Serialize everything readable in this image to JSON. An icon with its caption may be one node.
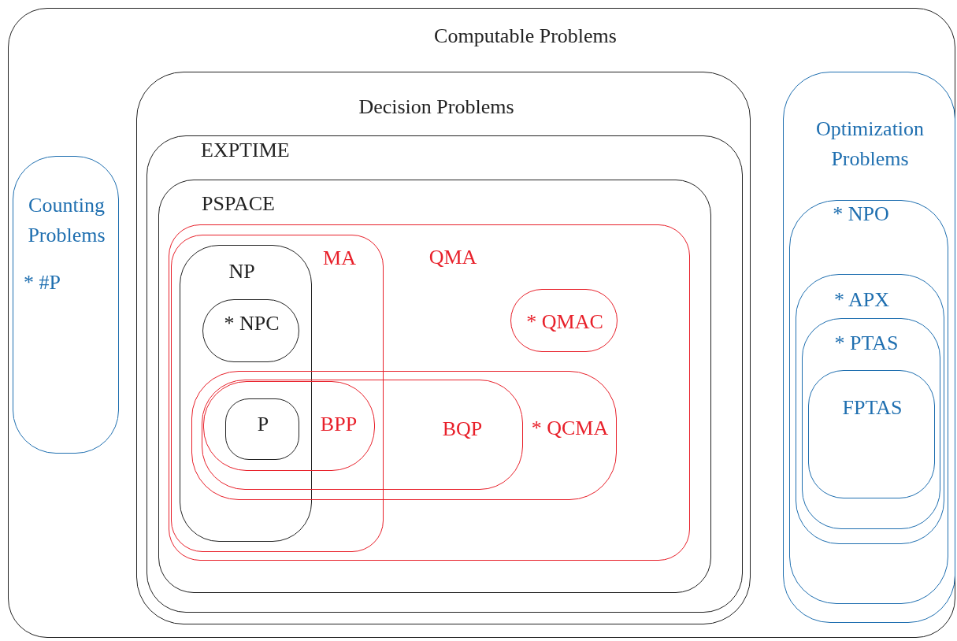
{
  "diagram": {
    "nodes": [
      {
        "text": [
          "Computable Problems"
        ]
      },
      {
        "text": [
          "Counting Problems",
          "* #P"
        ],
        "in": 0
      },
      {
        "text": [
          "Decision Problems"
        ],
        "in": 0
      },
      {
        "text": [
          "EXPTIME"
        ],
        "in": 2
      },
      {
        "text": [
          "PSPACE"
        ],
        "in": 3
      },
      {
        "text": [
          "QMA"
        ],
        "in": 4
      },
      {
        "text": [
          "MA"
        ],
        "in": 5
      },
      {
        "text": [
          "NP"
        ],
        "in": 6
      },
      {
        "text": [
          "* NPC"
        ],
        "in": 7
      },
      {
        "text": [
          "* QCMA"
        ],
        "in": 5
      },
      {
        "text": [
          "BQP"
        ],
        "in": 9
      },
      {
        "text": [
          "BPP"
        ]
      },
      {
        "text": [
          "P"
        ]
      },
      {
        "text": [
          "* QMAC"
        ],
        "in": 5
      },
      {
        "text": [
          "Optimization Problems"
        ],
        "in": 0
      },
      {
        "text": [
          "* NPO"
        ],
        "in": 14
      },
      {
        "text": [
          "* APX"
        ],
        "in": 15
      },
      {
        "text": [
          "* PTAS"
        ],
        "in": 16
      },
      {
        "text": [
          "FPTAS"
        ],
        "in": 17
      }
    ]
  }
}
